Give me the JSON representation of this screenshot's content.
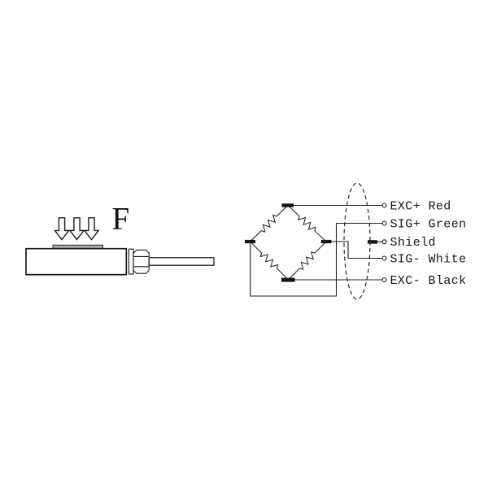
{
  "colors": {
    "background": "#ffffff",
    "ink": "#1c1c1c",
    "plate_fill": "#a9a9a9"
  },
  "load_cell": {
    "force_label": "F"
  },
  "bridge": {
    "wires": [
      {
        "label": "EXC+ Red"
      },
      {
        "label": "SIG+ Green"
      },
      {
        "label": "Shield"
      },
      {
        "label": "SIG- White"
      },
      {
        "label": "EXC- Black"
      }
    ]
  }
}
